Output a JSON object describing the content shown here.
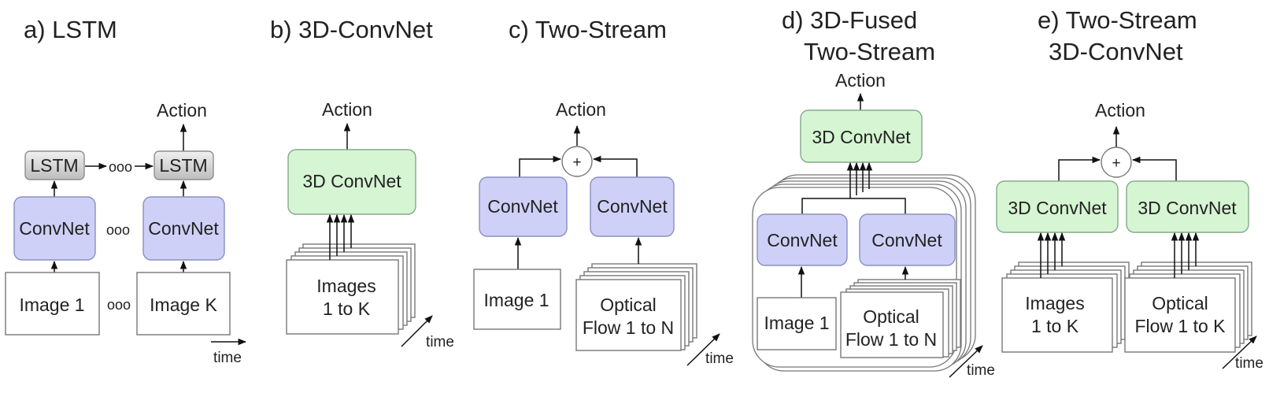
{
  "panels": [
    {
      "id": "a",
      "title": "a) LSTM",
      "output": "Action",
      "lstm": [
        "LSTM",
        "LSTM"
      ],
      "convnets": [
        "ConvNet",
        "ConvNet"
      ],
      "images": [
        "Image 1",
        "Image K"
      ],
      "ellipsis": "ooo",
      "time": "time"
    },
    {
      "id": "b",
      "title": "b) 3D-ConvNet",
      "output": "Action",
      "net": "3D ConvNet",
      "images": [
        "Images",
        "1 to K"
      ],
      "time": "time"
    },
    {
      "id": "c",
      "title": "c) Two-Stream",
      "output": "Action",
      "fuse": "+",
      "convnets": [
        "ConvNet",
        "ConvNet"
      ],
      "image": "Image 1",
      "flow": [
        "Optical",
        "Flow 1 to N"
      ],
      "time": "time"
    },
    {
      "id": "d",
      "title": [
        "d) 3D-Fused",
        "Two-Stream"
      ],
      "output": "Action",
      "net": "3D ConvNet",
      "convnets": [
        "ConvNet",
        "ConvNet"
      ],
      "image": "Image 1",
      "flow": [
        "Optical",
        "Flow 1 to N"
      ],
      "time": "time"
    },
    {
      "id": "e",
      "title": [
        "e) Two-Stream",
        "3D-ConvNet"
      ],
      "output": "Action",
      "fuse": "+",
      "nets": [
        "3D ConvNet",
        "3D ConvNet"
      ],
      "images": [
        "Images",
        "1 to K"
      ],
      "flow": [
        "Optical",
        "Flow 1 to K"
      ],
      "time": "time"
    }
  ],
  "colors": {
    "convnet_fill": "#cfd0f7",
    "conv3d_fill": "#d6f5d3",
    "lstm_fill": "#d9d9d9"
  }
}
